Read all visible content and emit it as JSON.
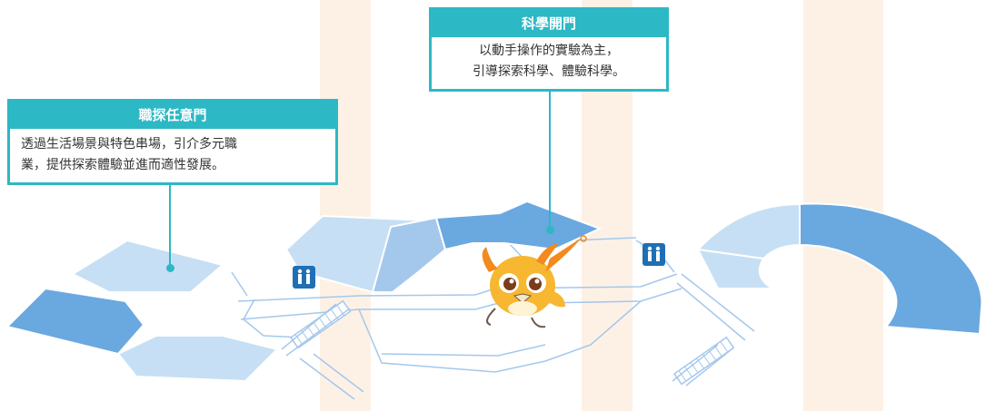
{
  "callouts": [
    {
      "title": "職探任意門",
      "lines": [
        "透過生活場景與特色串場，引介多元職",
        "業，提供探索體驗並進而適性發展。"
      ]
    },
    {
      "title": "科學開門",
      "lines": [
        "以動手操作的實驗為主，",
        "引導探索科學、體驗科學。"
      ]
    }
  ],
  "icons": [
    "restroom-icon",
    "restroom-icon",
    "mascot-bird"
  ],
  "colors": {
    "accent": "#2db8c5",
    "area_light": "#c6dff4",
    "area_mid": "#a4c8ec",
    "area_dark": "#6aa8e0",
    "restroom": "#1f6fb5",
    "stripe": "#fdf1e5"
  }
}
